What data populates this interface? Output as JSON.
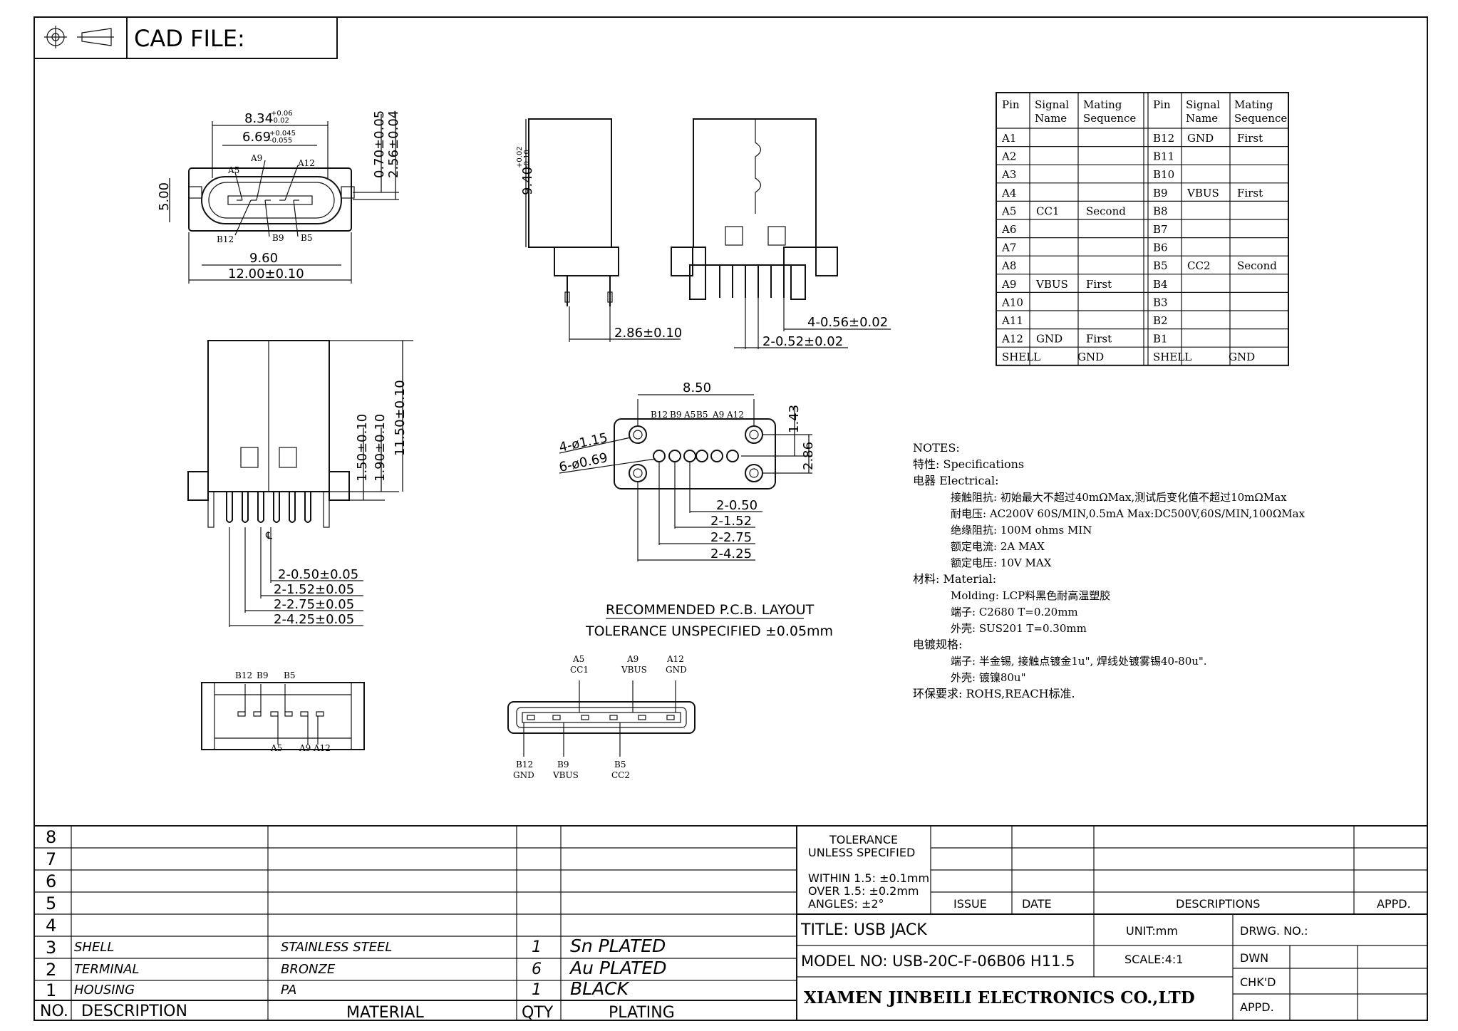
{
  "header": {
    "cad_label": "CAD FILE:",
    "projection_icon": "third-angle-projection-icon"
  },
  "top_view": {
    "d1": "8.34",
    "d1_tol_up": "+0.06",
    "d1_tol_dn": "-0.02",
    "d2": "6.69",
    "d2_tol_up": "+0.045",
    "d2_tol_dn": "-0.055",
    "d3": "0.70±0.05",
    "d4": "2.56±0.04",
    "d5": "5.00",
    "d6": "9.60",
    "d7": "12.00±0.10",
    "pins_top": [
      "A5",
      "A9",
      "A12"
    ],
    "pins_bottom": [
      "B12",
      "B9",
      "B5"
    ]
  },
  "side_view": {
    "height": "9.40",
    "h_tol_up": "+0.02",
    "h_tol_dn": "-0.10",
    "width": "2.86±0.10"
  },
  "rear_view": {
    "d1": "4-0.56±0.02",
    "d2": "2-0.52±0.02"
  },
  "front_view": {
    "h1": "1.50±0.10",
    "h2": "1.90±0.10",
    "h3": "11.50±0.10",
    "d1": "2-0.50±0.05",
    "d2": "2-1.52±0.05",
    "d3": "2-2.75±0.05",
    "d4": "2-4.25±0.05"
  },
  "pcb_layout": {
    "width": "8.50",
    "pin_labels": [
      "B12",
      "B9",
      "A5",
      "B5",
      "A9",
      "A12"
    ],
    "hole_large": "4-ø1.15",
    "hole_small": "6-ø0.69",
    "h1": "1.43",
    "h2": "2.86",
    "d1": "2-0.50",
    "d2": "2-1.52",
    "d3": "2-2.75",
    "d4": "2-4.25",
    "title": "RECOMMENDED  P.C.B. LAYOUT",
    "tolerance": "TOLERANCE UNSPECIFIED ±0.05mm"
  },
  "bottom_view": {
    "top_pins": [
      "B12",
      "B9",
      "B5"
    ],
    "bottom_pins": [
      "A5",
      "A9",
      "A12"
    ]
  },
  "face_view": {
    "top": [
      {
        "pin": "A5",
        "sig": "CC1"
      },
      {
        "pin": "A9",
        "sig": "VBUS"
      },
      {
        "pin": "A12",
        "sig": "GND"
      }
    ],
    "bottom": [
      {
        "pin": "B12",
        "sig": "GND"
      },
      {
        "pin": "B9",
        "sig": "VBUS"
      },
      {
        "pin": "B5",
        "sig": "CC2"
      }
    ]
  },
  "pin_table": {
    "headers": [
      "Pin",
      "Signal Name",
      "Mating Sequence",
      "Pin",
      "Signal Name",
      "Mating Sequence"
    ],
    "header_lines": [
      [
        "Pin"
      ],
      [
        "Signal",
        "Name"
      ],
      [
        "Mating",
        "Sequence"
      ],
      [
        "Pin"
      ],
      [
        "Signal",
        "Name"
      ],
      [
        "Mating",
        "Sequence"
      ]
    ],
    "rows": [
      [
        "A1",
        "",
        "",
        "B12",
        "GND",
        "First"
      ],
      [
        "A2",
        "",
        "",
        "B11",
        "",
        ""
      ],
      [
        "A3",
        "",
        "",
        "B10",
        "",
        ""
      ],
      [
        "A4",
        "",
        "",
        "B9",
        "VBUS",
        "First"
      ],
      [
        "A5",
        "CC1",
        "Second",
        "B8",
        "",
        ""
      ],
      [
        "A6",
        "",
        "",
        "B7",
        "",
        ""
      ],
      [
        "A7",
        "",
        "",
        "B6",
        "",
        ""
      ],
      [
        "A8",
        "",
        "",
        "B5",
        "CC2",
        "Second"
      ],
      [
        "A9",
        "VBUS",
        "First",
        "B4",
        "",
        ""
      ],
      [
        "A10",
        "",
        "",
        "B3",
        "",
        ""
      ],
      [
        "A11",
        "",
        "",
        "B2",
        "",
        ""
      ],
      [
        "A12",
        "GND",
        "First",
        "B1",
        "",
        ""
      ],
      [
        "SHELL",
        "GND",
        "",
        "SHELL",
        "GND",
        ""
      ]
    ]
  },
  "notes": [
    "NOTES:",
    "特性: Specifications",
    "电器 Electrical:",
    "接触阻抗: 初始最大不超过40mΩMax,测试后变化值不超过10mΩMax",
    "耐电压: AC200V 60S/MIN,0.5mA Max:DC500V,60S/MIN,100ΩMax",
    "绝缘阻抗: 100M ohms MIN",
    "额定电流: 2A MAX",
    "额定电压: 10V MAX",
    "材料: Material:",
    "Molding: LCP料黑色耐高温塑胶",
    "端子: C2680 T=0.20mm",
    "外壳: SUS201 T=0.30mm",
    "电镀规格:",
    "端子: 半金锡, 接触点镀金1u\", 焊线处镀雾锡40-80u\".",
    "外壳: 镀镍80u\"",
    "环保要求: ROHS,REACH标准."
  ],
  "bom": {
    "row_numbers": [
      "8",
      "7",
      "6",
      "5",
      "4",
      "3",
      "2",
      "1"
    ],
    "items": [
      {
        "no": "3",
        "desc": "SHELL",
        "material": "STAINLESS STEEL",
        "qty": "1",
        "plating": "Sn PLATED"
      },
      {
        "no": "2",
        "desc": "TERMINAL",
        "material": "BRONZE",
        "qty": "6",
        "plating": "Au PLATED"
      },
      {
        "no": "1",
        "desc": "HOUSING",
        "material": "PA",
        "qty": "1",
        "plating": "BLACK"
      }
    ],
    "headers": {
      "no": "NO.",
      "desc": "DESCRIPTION",
      "material": "MATERIAL",
      "qty": "QTY",
      "plating": "PLATING"
    }
  },
  "title_block": {
    "tolerance_title": "TOLERANCE",
    "tolerance_sub": "UNLESS SPECIFIED",
    "within": "WITHIN 1.5: ±0.1mm",
    "over": "OVER 1.5:  ±0.2mm",
    "angles": "ANGLES: ±2°",
    "issue": "ISSUE",
    "date": "DATE",
    "descriptions": "DESCRIPTIONS",
    "appd": "APPD.",
    "title": "TITLE:  USB  JACK",
    "unit": "UNIT:mm",
    "drwg_no": "DRWG. NO.:",
    "model_no": "MODEL NO: USB-20C-F-06B06  H11.5",
    "scale": "SCALE:4:1",
    "dwn": "DWN",
    "chkd": "CHK'D",
    "appd2": "APPD.",
    "company": "XIAMEN JINBEILI ELECTRONICS CO.,LTD"
  }
}
